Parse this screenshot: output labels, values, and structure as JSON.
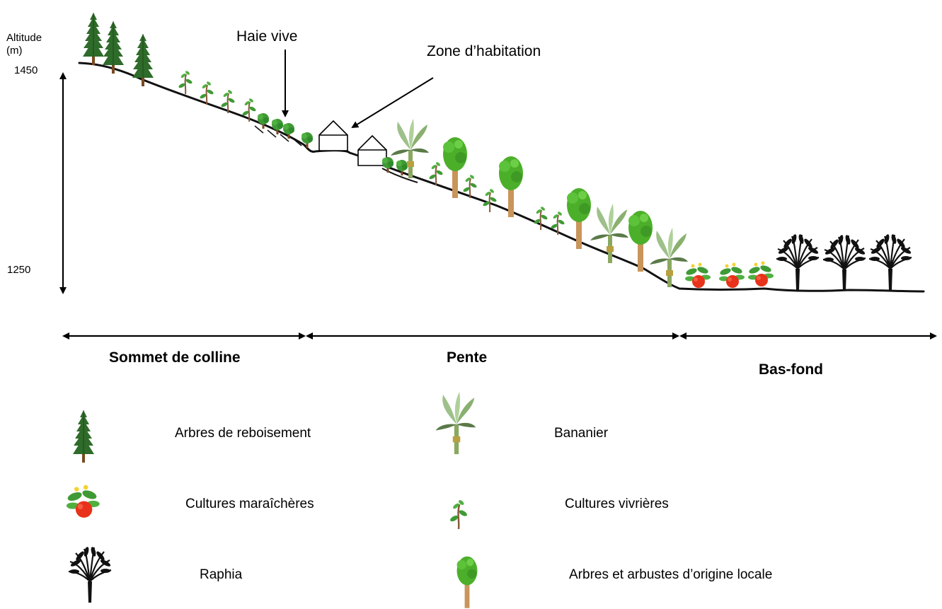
{
  "altitude": {
    "title_line1": "Altitude",
    "title_line2": "(m)",
    "top": "1450",
    "bottom": "1250"
  },
  "callouts": {
    "hedge": "Haie vive",
    "habitation": "Zone d’habitation"
  },
  "zones": [
    "Sommet de colline",
    "Pente",
    "Bas-fond"
  ],
  "legend": [
    {
      "icon": "conifer-icon",
      "label": "Arbres de reboisement"
    },
    {
      "icon": "banana-icon",
      "label": "Bananier"
    },
    {
      "icon": "tomato-icon",
      "label": "Cultures maraîchères"
    },
    {
      "icon": "food-crop-icon",
      "label": "Cultures vivrières"
    },
    {
      "icon": "raphia-icon",
      "label": "Raphia"
    },
    {
      "icon": "local-tree-icon",
      "label": "Arbres et arbustes d’origine locale"
    }
  ],
  "colors": {
    "conifer": "#2f6b2a",
    "trunk": "#7a4a22",
    "local_tree": "#4caf2a",
    "local_trunk": "#c9955a",
    "tomato": "#e8321b",
    "leaf": "#3f9a35",
    "raphia": "#111111",
    "ground": "#111111",
    "banana": "#9ec08a"
  }
}
